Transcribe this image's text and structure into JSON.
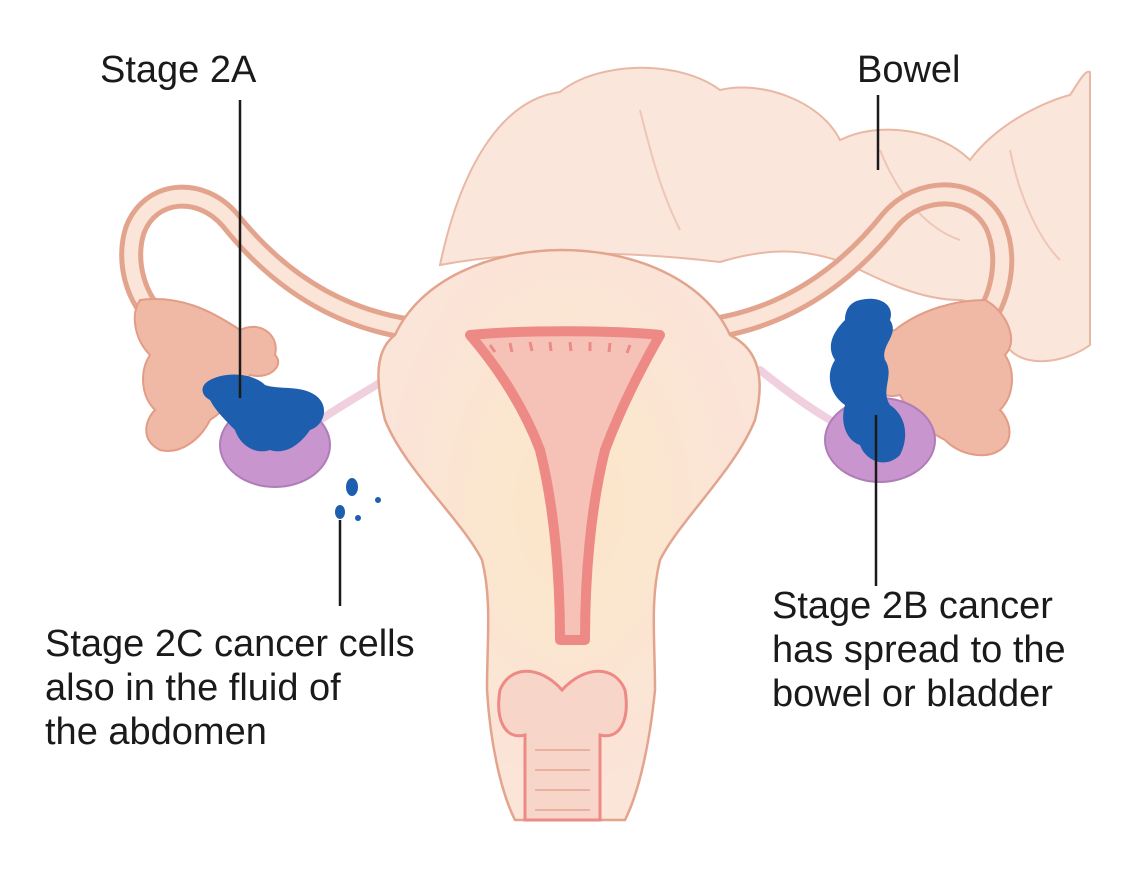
{
  "labels": {
    "stage_2a": "Stage 2A",
    "bowel": "Bowel",
    "stage_2c": [
      "Stage 2C cancer cells",
      "also in the fluid of",
      "the abdomen"
    ],
    "stage_2b": [
      "Stage 2B cancer",
      "has spread to the",
      "bowel or bladder"
    ]
  },
  "colors": {
    "bowel": "#fbe6dc",
    "uterus_fill": "#fbe4d8",
    "uterus_outline": "#e3a48e",
    "endometrium": "#ee8a86",
    "ovary": "#c995cf",
    "tumour": "#1d5fae",
    "fimbriae": "#efb9a6",
    "leader_line": "#1a1a1a"
  }
}
